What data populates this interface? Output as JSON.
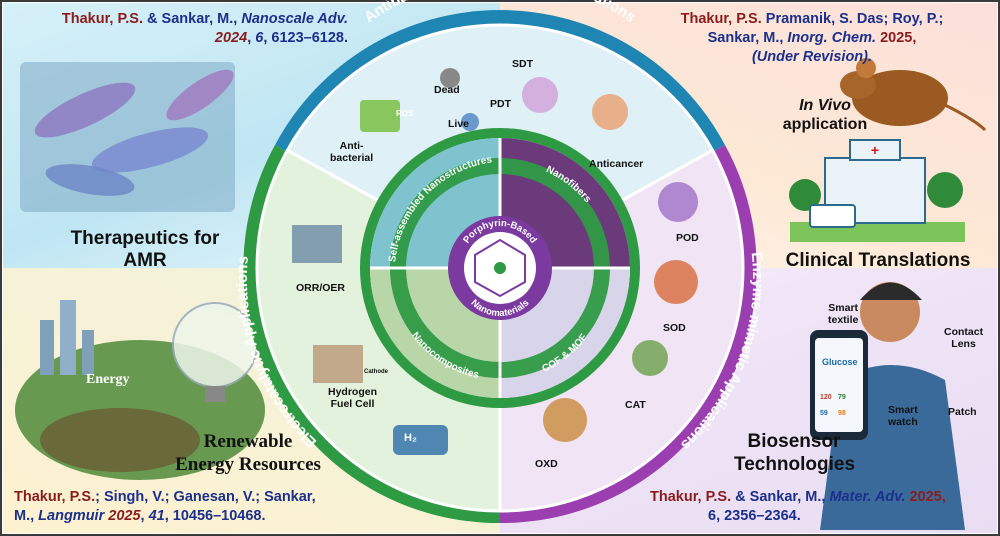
{
  "citations": {
    "top_left": {
      "author": "Thakur, P.S.",
      "rest": " & Sankar, M., ",
      "journal": "Nanoscale Adv.",
      "year": "2024",
      "volume": "6",
      "pages": ", 6123–6128."
    },
    "top_right": {
      "line1_author": "Thakur, P.S.",
      "line1_rest": " Pramanik, S. Das; Roy, P.;",
      "line2": "Sankar, M., ",
      "journal": "Inorg. Chem.",
      "year": " 2025,",
      "line3": "(Under Revision)."
    },
    "bottom_left": {
      "author": "Thakur, P.S.",
      "line1_rest": "; Singh, V.; Ganesan, V.; Sankar,",
      "line2_pre": "M., ",
      "journal": "Langmuir",
      "year": "2025",
      "volume": "41",
      "pages": ", 10456–10468."
    },
    "bottom_right": {
      "author": "Thakur, P.S.",
      "rest": " & Sankar, M., ",
      "journal": "Mater. Adv.",
      "year": "2025,",
      "line2": "6, 2356–2364."
    }
  },
  "quadrant_titles": {
    "top_left_line1": "Therapeutics for",
    "top_left_line2": "AMR",
    "top_right_in_vivo_1": "In Vivo",
    "top_right_in_vivo_2": "application",
    "top_right_clinical": "Clinical Translations",
    "bottom_left_line1": "Renewable",
    "bottom_left_line2": "Energy Resources",
    "bottom_right_line1": "Biosensor",
    "bottom_right_line2": "Technologies"
  },
  "outer_ring": {
    "top": "Antibacterial & Anticancer Applications",
    "left": "Electrocatalytic Applications",
    "right": "Enzyme-mimetic Applications"
  },
  "inner_ring": {
    "self_assembled": "Self-assembled Nanostructures",
    "nanofibers": "Nanofibers",
    "nanocomposites": "Nanocomposites",
    "cof_mof": "COF & MOF"
  },
  "center": {
    "top": "Porphyrin-Based",
    "bottom": "Nanomaterials"
  },
  "ring_labels": {
    "dead": "Dead",
    "live": "Live",
    "sdt": "SDT",
    "pdt": "PDT",
    "ros": "ROS",
    "antibacterial_1": "Anti-",
    "antibacterial_2": "bacterial",
    "anticancer": "Anticancer",
    "orr_oer": "ORR/OER",
    "hydrogen_1": "Hydrogen",
    "hydrogen_2": "Fuel Cell",
    "pod": "POD",
    "sod": "SOD",
    "cat": "CAT",
    "oxd": "OXD",
    "h2": "H₂",
    "cathode": "Cathode"
  },
  "device_labels": {
    "smart_textile_1": "Smart",
    "smart_textile_2": "textile",
    "contact_1": "Contact",
    "contact_2": "Lens",
    "smart_watch_1": "Smart",
    "smart_watch_2": "watch",
    "patch": "Patch",
    "glucose": "Glucose",
    "phone_values": [
      "120",
      "79",
      "59",
      "98"
    ]
  },
  "energy_word": "Energy",
  "colors": {
    "citation_blue": "#1b2f8c",
    "citation_red": "#8b1c1c",
    "ring_blue": "#1f86b3",
    "ring_green": "#2f9a44",
    "ring_purple": "#9b3fb0",
    "center_purple": "#7b3aa0"
  }
}
